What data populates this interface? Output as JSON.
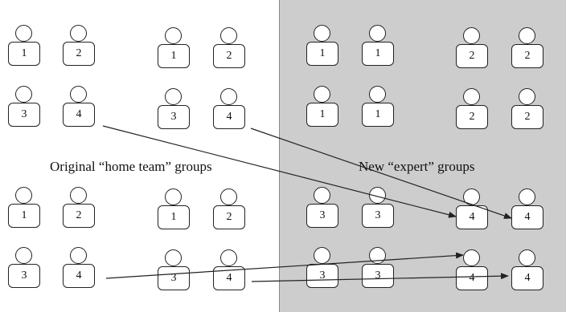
{
  "labels": {
    "home": "Original “home team” groups",
    "expert": "New “expert” groups"
  },
  "colors": {
    "panel": "#cdcdcd",
    "stroke": "#222222"
  },
  "home_groups": [
    {
      "members": [
        "1",
        "2",
        "3",
        "4"
      ]
    },
    {
      "members": [
        "1",
        "2",
        "3",
        "4"
      ]
    },
    {
      "members": [
        "1",
        "2",
        "3",
        "4"
      ]
    },
    {
      "members": [
        "1",
        "2",
        "3",
        "4"
      ]
    }
  ],
  "expert_groups": [
    {
      "members": [
        "1",
        "1",
        "1",
        "1"
      ]
    },
    {
      "members": [
        "2",
        "2",
        "2",
        "2"
      ]
    },
    {
      "members": [
        "3",
        "3",
        "3",
        "3"
      ]
    },
    {
      "members": [
        "4",
        "4",
        "4",
        "4"
      ]
    }
  ],
  "arrows": [
    {
      "from": "home-group-1 member 4",
      "to": "expert-group-4 member 4"
    },
    {
      "from": "home-group-2 member 4",
      "to": "expert-group-4 member 4"
    },
    {
      "from": "home-group-3 member 4",
      "to": "expert-group-4 member 4"
    },
    {
      "from": "home-group-4 member 4",
      "to": "expert-group-4 member 4"
    }
  ]
}
